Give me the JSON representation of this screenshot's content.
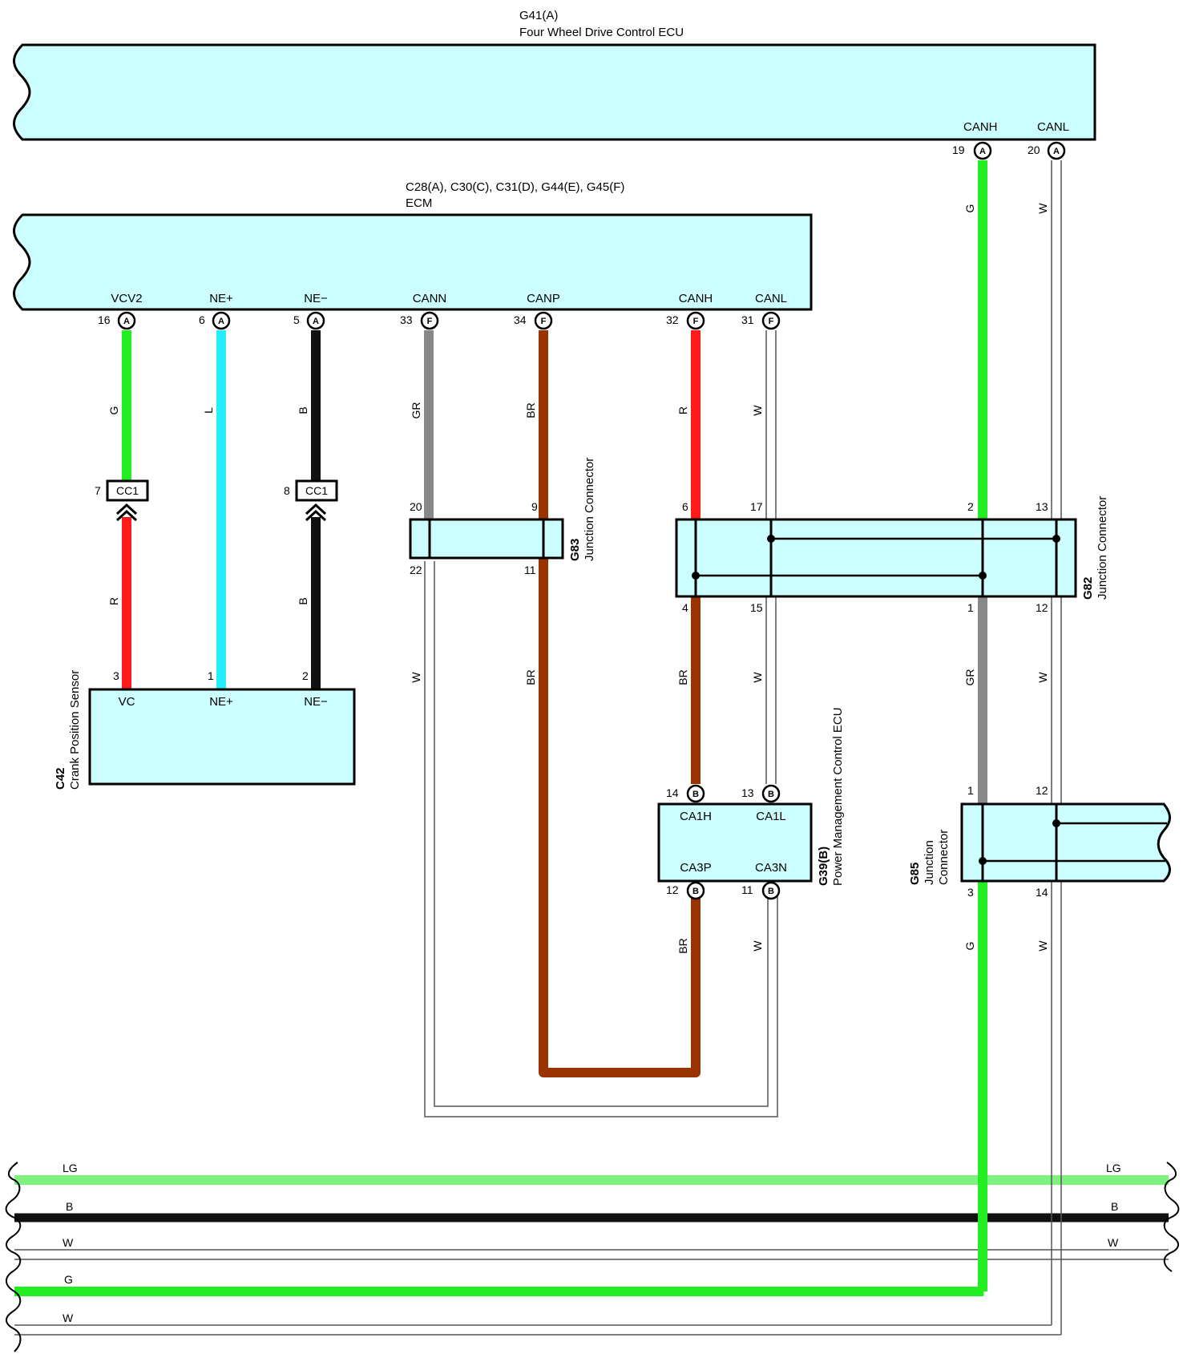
{
  "colors": {
    "box_fill": "#ccffff",
    "green": "#22ee22",
    "light_green": "#80f080",
    "cyan": "#22eeff",
    "black": "#111111",
    "gray": "#888888",
    "brown": "#993300",
    "red": "#ff1a1a",
    "white_wire_outline": "#555555"
  },
  "components": {
    "g41": {
      "title": "G41(A)",
      "subtitle": "Four Wheel Drive Control ECU",
      "pins": [
        "CANH",
        "CANL"
      ],
      "pin_numbers": [
        "19",
        "20"
      ],
      "pin_tags": [
        "A",
        "A"
      ]
    },
    "ecm": {
      "title": "C28(A), C30(C), C31(D), G44(E), G45(F)",
      "subtitle": "ECM",
      "pins": [
        "VCV2",
        "NE+",
        "NE−",
        "CANN",
        "CANP",
        "CANH",
        "CANL"
      ],
      "pin_numbers": [
        "16",
        "6",
        "5",
        "33",
        "34",
        "32",
        "31"
      ],
      "pin_tags": [
        "A",
        "A",
        "A",
        "F",
        "F",
        "F",
        "F"
      ]
    },
    "c42": {
      "title": "C42",
      "subtitle": "Crank Position Sensor",
      "pins": [
        "VC",
        "NE+",
        "NE−"
      ],
      "pin_numbers": [
        "3",
        "1",
        "2"
      ]
    },
    "g83": {
      "title": "G83",
      "subtitle": "Junction Connector",
      "pin_numbers": [
        "20",
        "9",
        "22",
        "11"
      ]
    },
    "g82": {
      "title": "G82",
      "subtitle": "Junction Connector",
      "pin_numbers": [
        "6",
        "17",
        "2",
        "13",
        "4",
        "15",
        "1",
        "12"
      ]
    },
    "g39": {
      "title": "G39(B)",
      "subtitle": "Power Management Control ECU",
      "pins": [
        "CA1H",
        "CA1L",
        "CA3P",
        "CA3N"
      ],
      "pin_numbers": [
        "14",
        "13",
        "12",
        "11"
      ],
      "pin_tags": [
        "B",
        "B",
        "B",
        "B"
      ]
    },
    "g85": {
      "title": "G85",
      "subtitle_line1": "Junction",
      "subtitle_line2": "Connector",
      "pin_numbers": [
        "1",
        "12",
        "3",
        "14"
      ]
    }
  },
  "inline_connectors": {
    "left": {
      "label": "CC1",
      "pin": "7"
    },
    "right": {
      "label": "CC1",
      "pin": "8"
    }
  },
  "wire_labels": {
    "vcv2_upper": "G",
    "ne_plus": "L",
    "ne_minus_upper": "B",
    "cann": "GR",
    "canp": "BR",
    "canh_ecm": "R",
    "canl_ecm": "W",
    "vc_lower": "R",
    "ne_minus_lower": "B",
    "g83_22": "W",
    "g83_11": "BR",
    "g82_4": "BR",
    "g82_15": "W",
    "g41_canh": "G",
    "g41_canl": "W",
    "g82_1": "GR",
    "g82_12": "W",
    "g39_12": "BR",
    "g39_11": "W",
    "g85_3": "G",
    "g85_14": "W"
  },
  "bus": {
    "left_labels": [
      "LG",
      "B",
      "W",
      "G",
      "W"
    ],
    "right_labels": [
      "LG",
      "B",
      "W"
    ]
  }
}
